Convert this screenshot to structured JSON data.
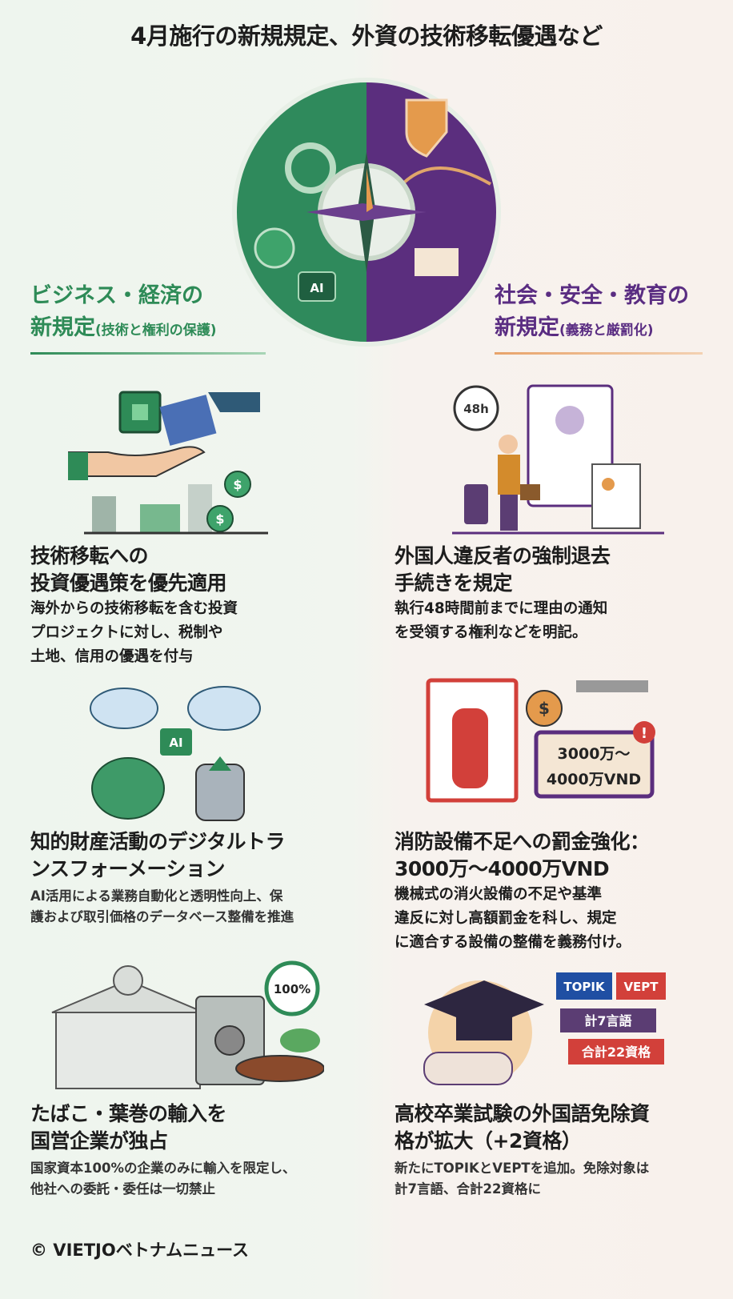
{
  "title": "4月施行の新規規定、外資の技術移転優遇など",
  "emblem": {
    "ai_label": "AI"
  },
  "left_heading": {
    "line1": "ビジネス・経済の",
    "line2": "新規定",
    "sub": "(技術と権利の保護)"
  },
  "right_heading": {
    "line1": "社会・安全・教育の",
    "line2": "新規定",
    "sub": "(義務と厳罰化)"
  },
  "items": [
    {
      "title": [
        "技術移転への",
        "投資優遇策を優先適用"
      ],
      "body": [
        "海外からの技術移転を含む投資",
        "プロジェクトに対し、税制や",
        "土地、信用の優遇を付与"
      ]
    },
    {
      "title": [
        "外国人違反者の強制退去",
        "手続きを規定"
      ],
      "body": [
        "執行48時間前までに理由の通知",
        "を受領する権利などを明記。"
      ],
      "illus": {
        "badge": "48h"
      }
    },
    {
      "title": [
        "知的財産活動のデジタルトラ",
        "ンスフォーメーション"
      ],
      "body": [
        "AI活用による業務自動化と透明性向上、保",
        "護および取引価格のデータベース整備を推進"
      ],
      "illus": {
        "badge": "AI"
      }
    },
    {
      "title": [
        "消防設備不足への罰金強化：",
        "3000万～4000万VND"
      ],
      "body": [
        "機械式の消火設備の不足や基準",
        "違反に対し高額罰金を科し、規定",
        "に適合する設備の整備を義務付け。"
      ],
      "illus": {
        "fine_line1": "3000万～",
        "fine_line2": "4000万VND",
        "dollar": "$",
        "alert": "!"
      }
    },
    {
      "title": [
        "たばこ・葉巻の輸入を",
        "国営企業が独占"
      ],
      "body": [
        "国家資本100%の企業のみに輸入を限定し、",
        "他社への委託・委任は一切禁止"
      ],
      "illus": {
        "badge": "100%"
      }
    },
    {
      "title": [
        "高校卒業試験の外国語免除資",
        "格が拡大（+2資格）"
      ],
      "body": [
        "新たにTOPIKとVEPTを追加。免除対象は",
        "計7言語、合計22資格に"
      ],
      "illus": {
        "tag1": "TOPIK",
        "tag2": "VEPT",
        "ribbon1": "計7言語",
        "ribbon2": "合計22資格"
      }
    }
  ],
  "footer": "© VIETJOベトナムニュース",
  "colors": {
    "green": "#2e8b57",
    "purple": "#5a2d82",
    "orange": "#e8a36a"
  }
}
